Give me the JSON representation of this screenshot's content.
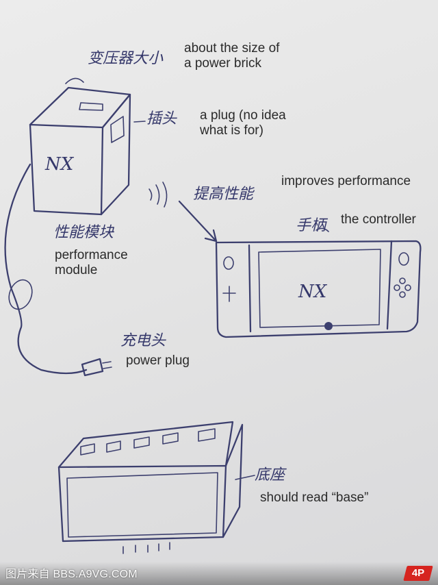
{
  "annotations": {
    "size_handwritten": "变压器大小",
    "size_translation": "about the size of\na power brick",
    "plug_handwritten": "插头",
    "plug_translation": "a plug (no idea\nwhat is for)",
    "perf_handwritten": "提高性能",
    "perf_translation": "improves performance",
    "controller_handwritten": "手柄",
    "controller_translation": "the controller",
    "module_handwritten": "性能模块",
    "module_translation": "performance\nmodule",
    "power_handwritten": "充电头",
    "power_translation": "power plug",
    "base_handwritten": "底座",
    "base_translation": "should read “base”"
  },
  "device_text": {
    "module_box": "NX",
    "console_screen": "NX"
  },
  "footer": {
    "watermark": "图片来自 BBS.A9VG.COM",
    "logo": "4P"
  },
  "colors": {
    "ink": "#3c3f6e",
    "paper": "#e6e6e7",
    "logo_red": "#d6241f"
  }
}
